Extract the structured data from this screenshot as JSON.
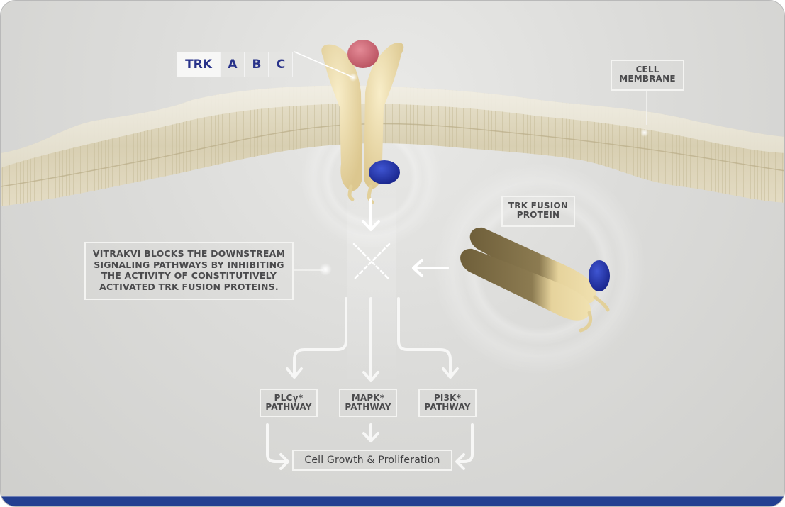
{
  "trk_selector": {
    "title": "TRK",
    "options": [
      "A",
      "B",
      "C"
    ]
  },
  "labels": {
    "cell_membrane": [
      "CELL",
      "MEMBRANE"
    ],
    "trk_fusion_protein": [
      "TRK FUSION",
      "PROTEIN"
    ],
    "mechanism_note": [
      "VITRAKVI BLOCKS THE DOWNSTREAM",
      "SIGNALING PATHWAYS BY INHIBITING",
      "THE ACTIVITY OF CONSTITUTIVELY",
      "ACTIVATED TRK FUSION PROTEINS."
    ]
  },
  "pathways": [
    {
      "name": "PLCγ*",
      "suffix": "PATHWAY"
    },
    {
      "name": "MAPK*",
      "suffix": "PATHWAY"
    },
    {
      "name": "PI3K*",
      "suffix": "PATHWAY"
    }
  ],
  "outcome": "Cell Growth & Proliferation",
  "colors": {
    "accent_blue": "#233f91",
    "selector_text": "#29338a",
    "label_text": "#4b4b4d",
    "receptor_yellow": "#ecdba6",
    "ligand_pink": "#cf6a78",
    "kinase_blue": "#2233a8",
    "fusion_dark": "#7a6b45"
  }
}
